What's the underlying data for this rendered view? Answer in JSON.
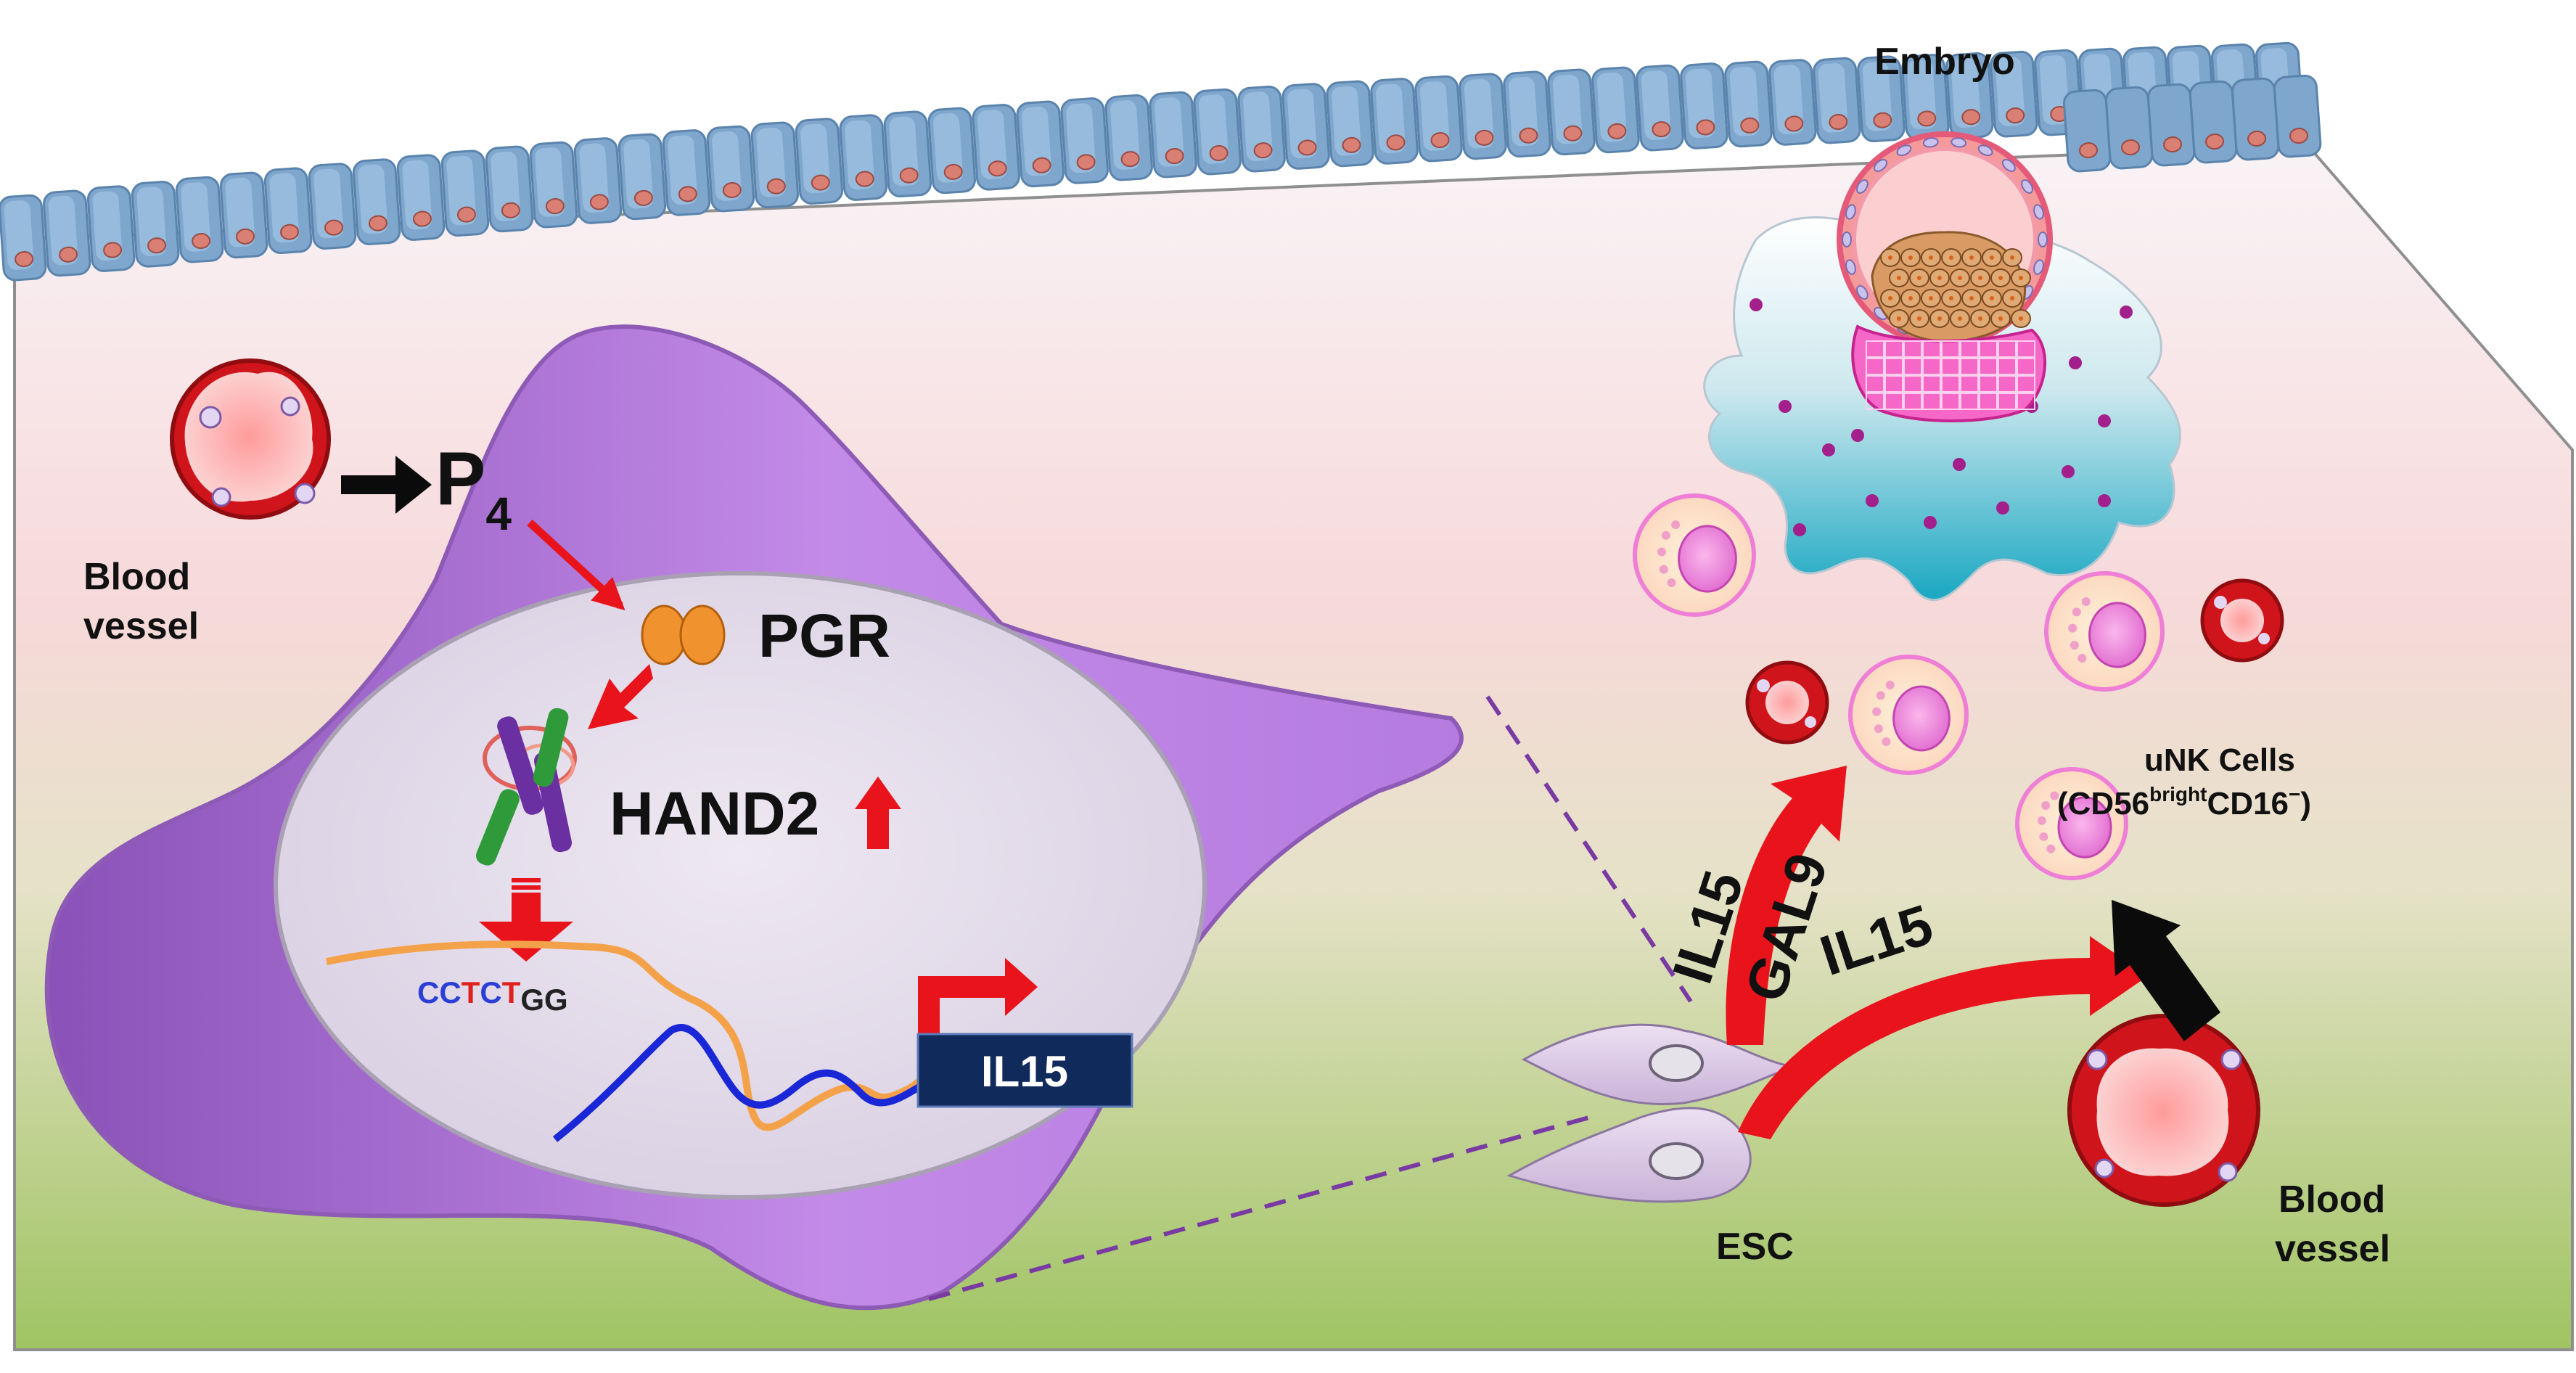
{
  "labels": {
    "embryo": "Embryo",
    "blood_vessel_left_1": "Blood",
    "blood_vessel_left_2": "vessel",
    "blood_vessel_right_1": "Blood",
    "blood_vessel_right_2": "vessel",
    "p4_main": "P",
    "p4_sub": "4",
    "pgr": "PGR",
    "hand2": "HAND2",
    "il15_gene": "IL15",
    "il15_arrow_a": "IL15",
    "gal9": "GAL9",
    "il15_arrow_b": "IL15",
    "esc": "ESC",
    "unk_title": "uNK Cells",
    "unk_open": "(CD56",
    "unk_bright": "bright",
    "unk_mid": "CD16",
    "unk_minus": "−",
    "unk_close": ")"
  },
  "sequence": {
    "letters": [
      "C",
      "C",
      "T",
      "C",
      "T",
      "G",
      "G"
    ],
    "letter_colors": [
      "#2b3fd6",
      "#2b3fd6",
      "#e0211e",
      "#2b3fd6",
      "#e0211e",
      "#222222",
      "#222222"
    ]
  },
  "colors": {
    "epithelium": "#7fa6cc",
    "blood_vessel": "#d0141b",
    "stromal_cell": "#b57be0",
    "nucleus": "#e3dbeb",
    "arrow_red": "#e8131b",
    "il15_box": "#102a5c",
    "unk_cell": "#f6a8dc"
  }
}
